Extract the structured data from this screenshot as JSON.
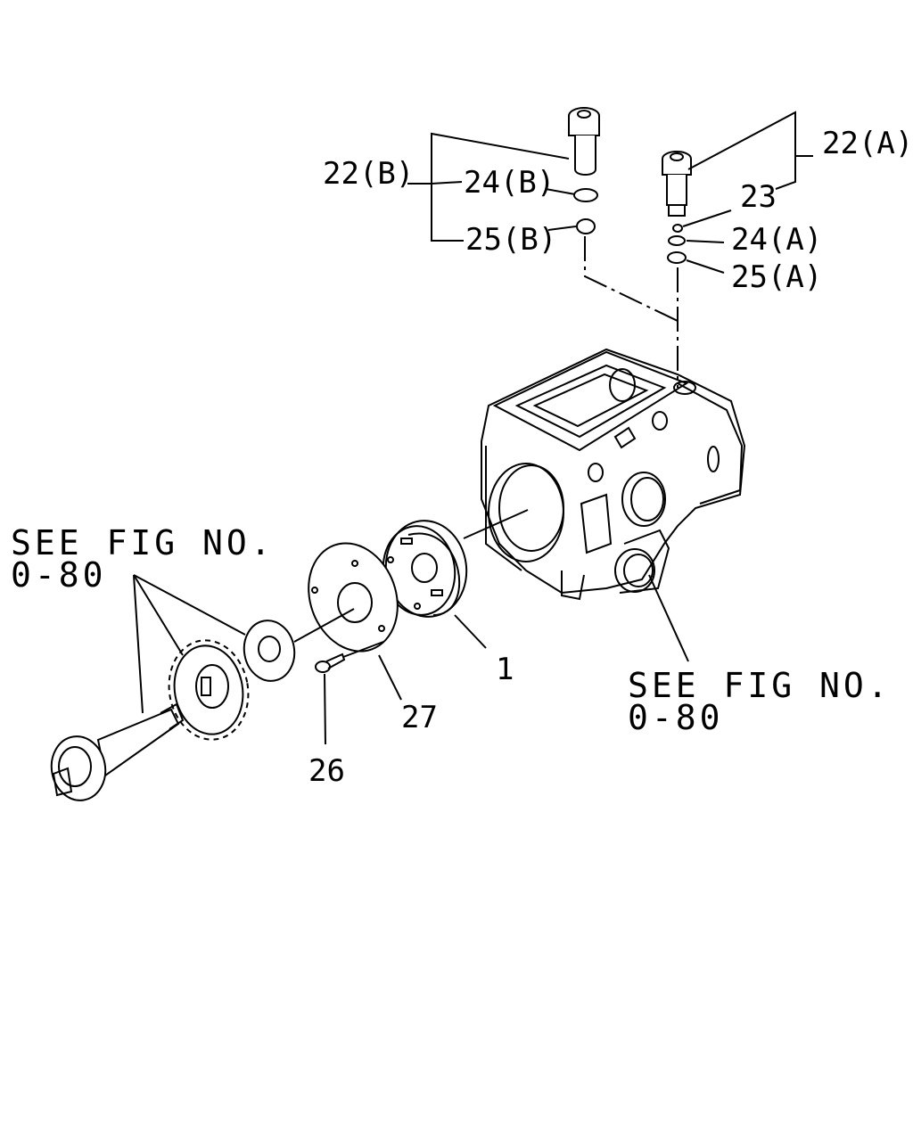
{
  "labels": {
    "p22a": "22(A)",
    "p22b": "22(B)",
    "p23": "23",
    "p24a": "24(A)",
    "p24b": "24(B)",
    "p25a": "25(A)",
    "p25b": "25(B)",
    "p1": "1",
    "p26": "26",
    "p27": "27"
  },
  "references": {
    "left_line1": "SEE FIG NO.",
    "left_line2": "0-80",
    "right_line1": "SEE FIG NO.",
    "right_line2": "0-80"
  }
}
